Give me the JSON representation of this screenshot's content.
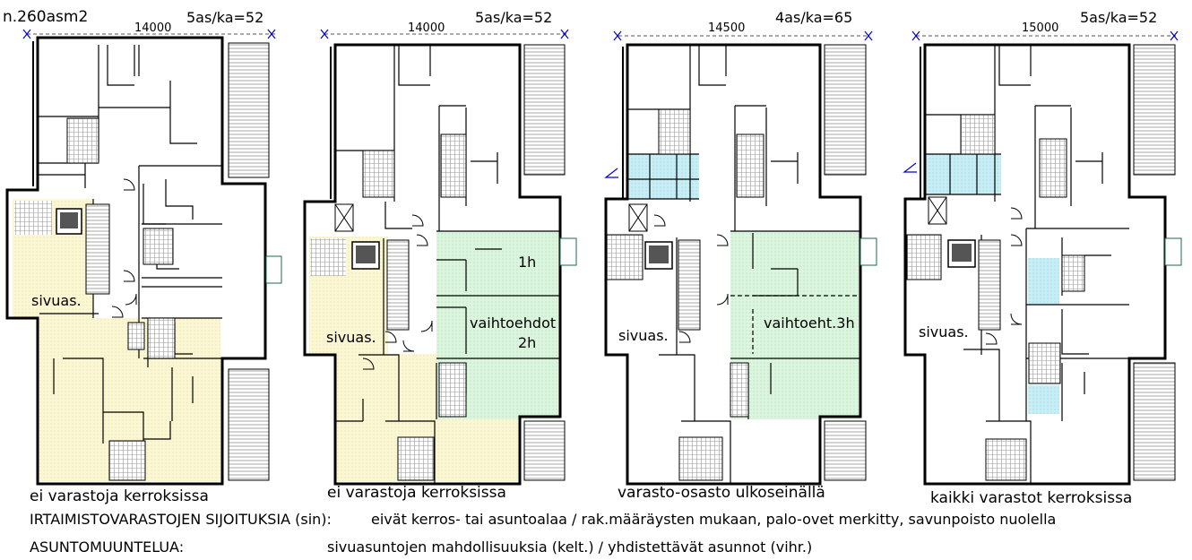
{
  "header": {
    "project_code": "n.260asm2"
  },
  "plans": [
    {
      "width_dim": "14000",
      "ratio": "5as/ka=52",
      "caption": "ei varastoja kerroksissa",
      "labels": [
        "sivuas."
      ]
    },
    {
      "width_dim": "14000",
      "ratio": "5as/ka=52",
      "caption": "ei varastoja kerroksissa",
      "labels": [
        "sivuas.",
        "1h",
        "vaihtoehdot",
        "2h"
      ]
    },
    {
      "width_dim": "14500",
      "ratio": "4as/ka=65",
      "caption": "varasto-osasto ulkoseinällä",
      "labels": [
        "sivuas.",
        "vaihtoeht.3h"
      ]
    },
    {
      "width_dim": "15000",
      "ratio": "5as/ka=52",
      "caption": "kaikki varastot kerroksissa",
      "labels": [
        "sivuas."
      ]
    }
  ],
  "notes": {
    "line1_label": "IRTAIMISTOVARASTOJEN SIJOITUKSIA (sin):",
    "line1_text": "eivät kerros-  tai asuntoalaa  /  rak.määräysten mukaan, palo-ovet merkitty, savunpoisto nuolella",
    "line2_label": "ASUNTOMUUNTELUA:",
    "line2_text": "sivuasuntojen mahdollisuuksia (kelt.) / yhdistettävät asunnot (vihr.)"
  },
  "colors": {
    "yellow": "#fbf7d2",
    "green": "#dcf5df",
    "cyan": "#c8eef5",
    "ink": "#000000",
    "dim_line": "#555555",
    "dim_mark": "#0000cc"
  }
}
